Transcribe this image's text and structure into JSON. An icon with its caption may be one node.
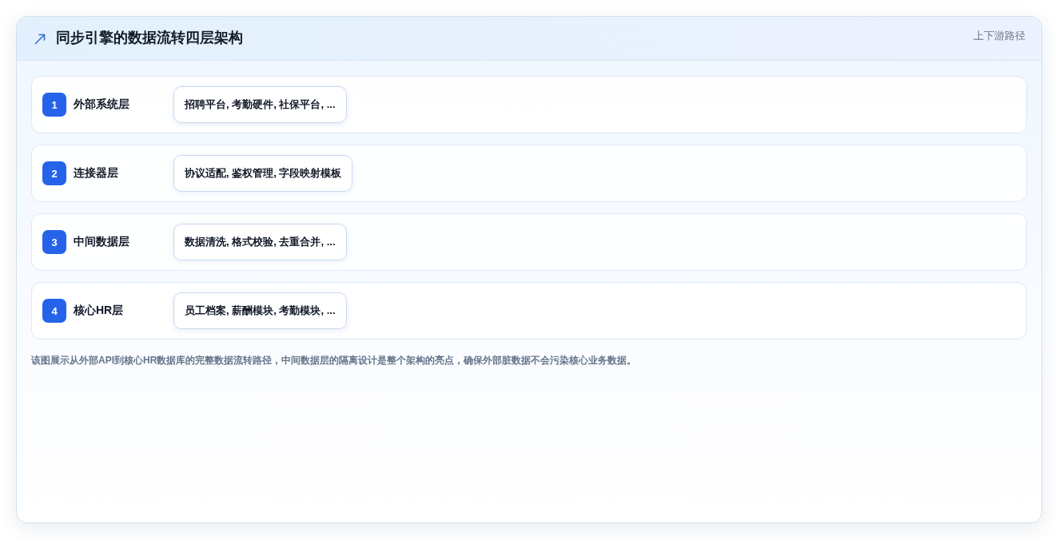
{
  "diagram": {
    "title": "同步引擎的数据流转四层架构",
    "caption": "该图展示从外部API到核心HR数据库的完整数据流转路径，中间数据层的隔离设计是整个架构的亮点，确保外部脏数据不会污染核心业务数据。",
    "nodes": [
      {
        "text": [
          "外部系统层"
        ]
      },
      {
        "text": [
          "1"
        ],
        "in": 0
      },
      {
        "text": [
          "招聘平台, 考勤硬件, 社保平台, ..."
        ],
        "in": 0
      },
      {
        "text": [
          "连接器层"
        ]
      },
      {
        "text": [
          "2"
        ],
        "in": 3
      },
      {
        "text": [
          "协议适配, 鉴权管理, 字段映射模板"
        ],
        "in": 3
      },
      {
        "text": [
          "中间数据层"
        ]
      },
      {
        "text": [
          "3"
        ],
        "in": 6
      },
      {
        "text": [
          "数据清洗, 格式校验, 去重合并, ..."
        ],
        "in": 6
      },
      {
        "text": [
          "核心HR层"
        ]
      },
      {
        "text": [
          "4"
        ],
        "in": 9
      },
      {
        "text": [
          "员工档案, 薪酬模块, 考勤模块, ..."
        ],
        "in": 9
      }
    ],
    "labels": [
      "上下游路径"
    ]
  }
}
